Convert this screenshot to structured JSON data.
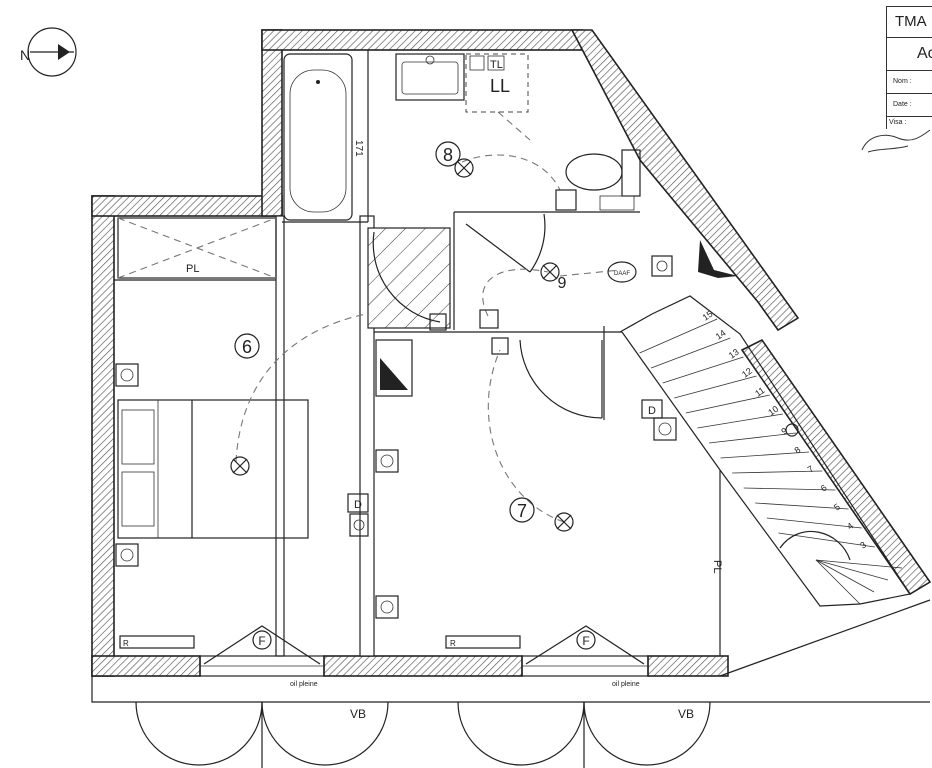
{
  "title_block": {
    "company": "TMA",
    "code": "Ac",
    "nom_label": "Nom :",
    "date_label": "Date :",
    "visa_label": "Visa :"
  },
  "compass": {
    "north_label": "N"
  },
  "rooms": {
    "room6": "6",
    "room7": "7",
    "room8": "8",
    "room9": "9"
  },
  "labels": {
    "laundry": "LL",
    "laundry_box": "TL",
    "closet_pl_top": "PL",
    "closet_pl_right": "PL",
    "bath_dim": "171",
    "alarm": "DAAF",
    "detector_d1": "D",
    "detector_d2": "D",
    "window_f1": "F",
    "window_f2": "F",
    "sill_text1": "oil pleine",
    "sill_text2": "oil pleine",
    "vb1": "VB",
    "vb2": "VB",
    "radiator_r1": "R",
    "radiator_r2": "R"
  },
  "stair_steps": [
    "15",
    "14",
    "13",
    "12",
    "11",
    "10",
    "9",
    "8",
    "7",
    "6",
    "5",
    "4",
    "3"
  ],
  "colors": {
    "ink": "#222222",
    "hatch": "#555555",
    "paper": "#ffffff"
  }
}
